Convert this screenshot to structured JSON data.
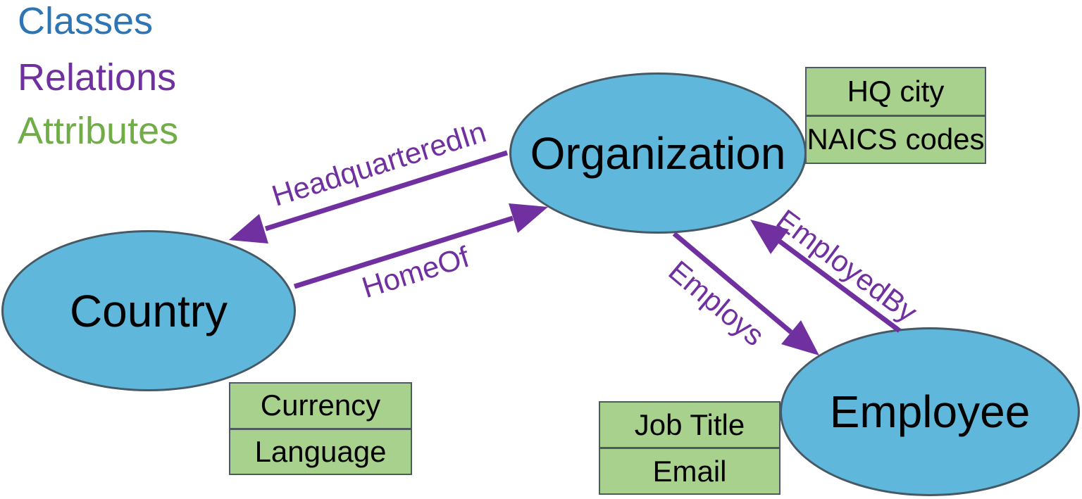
{
  "legend": {
    "classes": "Classes",
    "relations": "Relations",
    "attributes": "Attributes"
  },
  "colors": {
    "legend-classes": "#2E75B6",
    "legend-attributes": "#70AD47",
    "relation-color": "#7030A0",
    "class-fill": "#5FB8DC",
    "class-border": "#475964",
    "attr-fill": "#A9D18E",
    "attr-border": "#4D5A60",
    "text-color": "#000000"
  },
  "nodes": [
    {
      "id": "country",
      "label": "Country"
    },
    {
      "id": "organization",
      "label": "Organization"
    },
    {
      "id": "employee",
      "label": "Employee"
    }
  ],
  "relations": [
    {
      "label": "HeadquarteredIn",
      "from": "Organization",
      "to": "Country"
    },
    {
      "label": "HomeOf",
      "from": "Country",
      "to": "Organization"
    },
    {
      "label": "Employs",
      "from": "Organization",
      "to": "Employee"
    },
    {
      "label": "EmployedBy",
      "from": "Employee",
      "to": "Organization"
    }
  ],
  "attributes": {
    "organization": [
      "HQ city",
      "NAICS codes"
    ],
    "country": [
      "Currency",
      "Language"
    ],
    "employee": [
      "Job Title",
      "Email"
    ]
  }
}
